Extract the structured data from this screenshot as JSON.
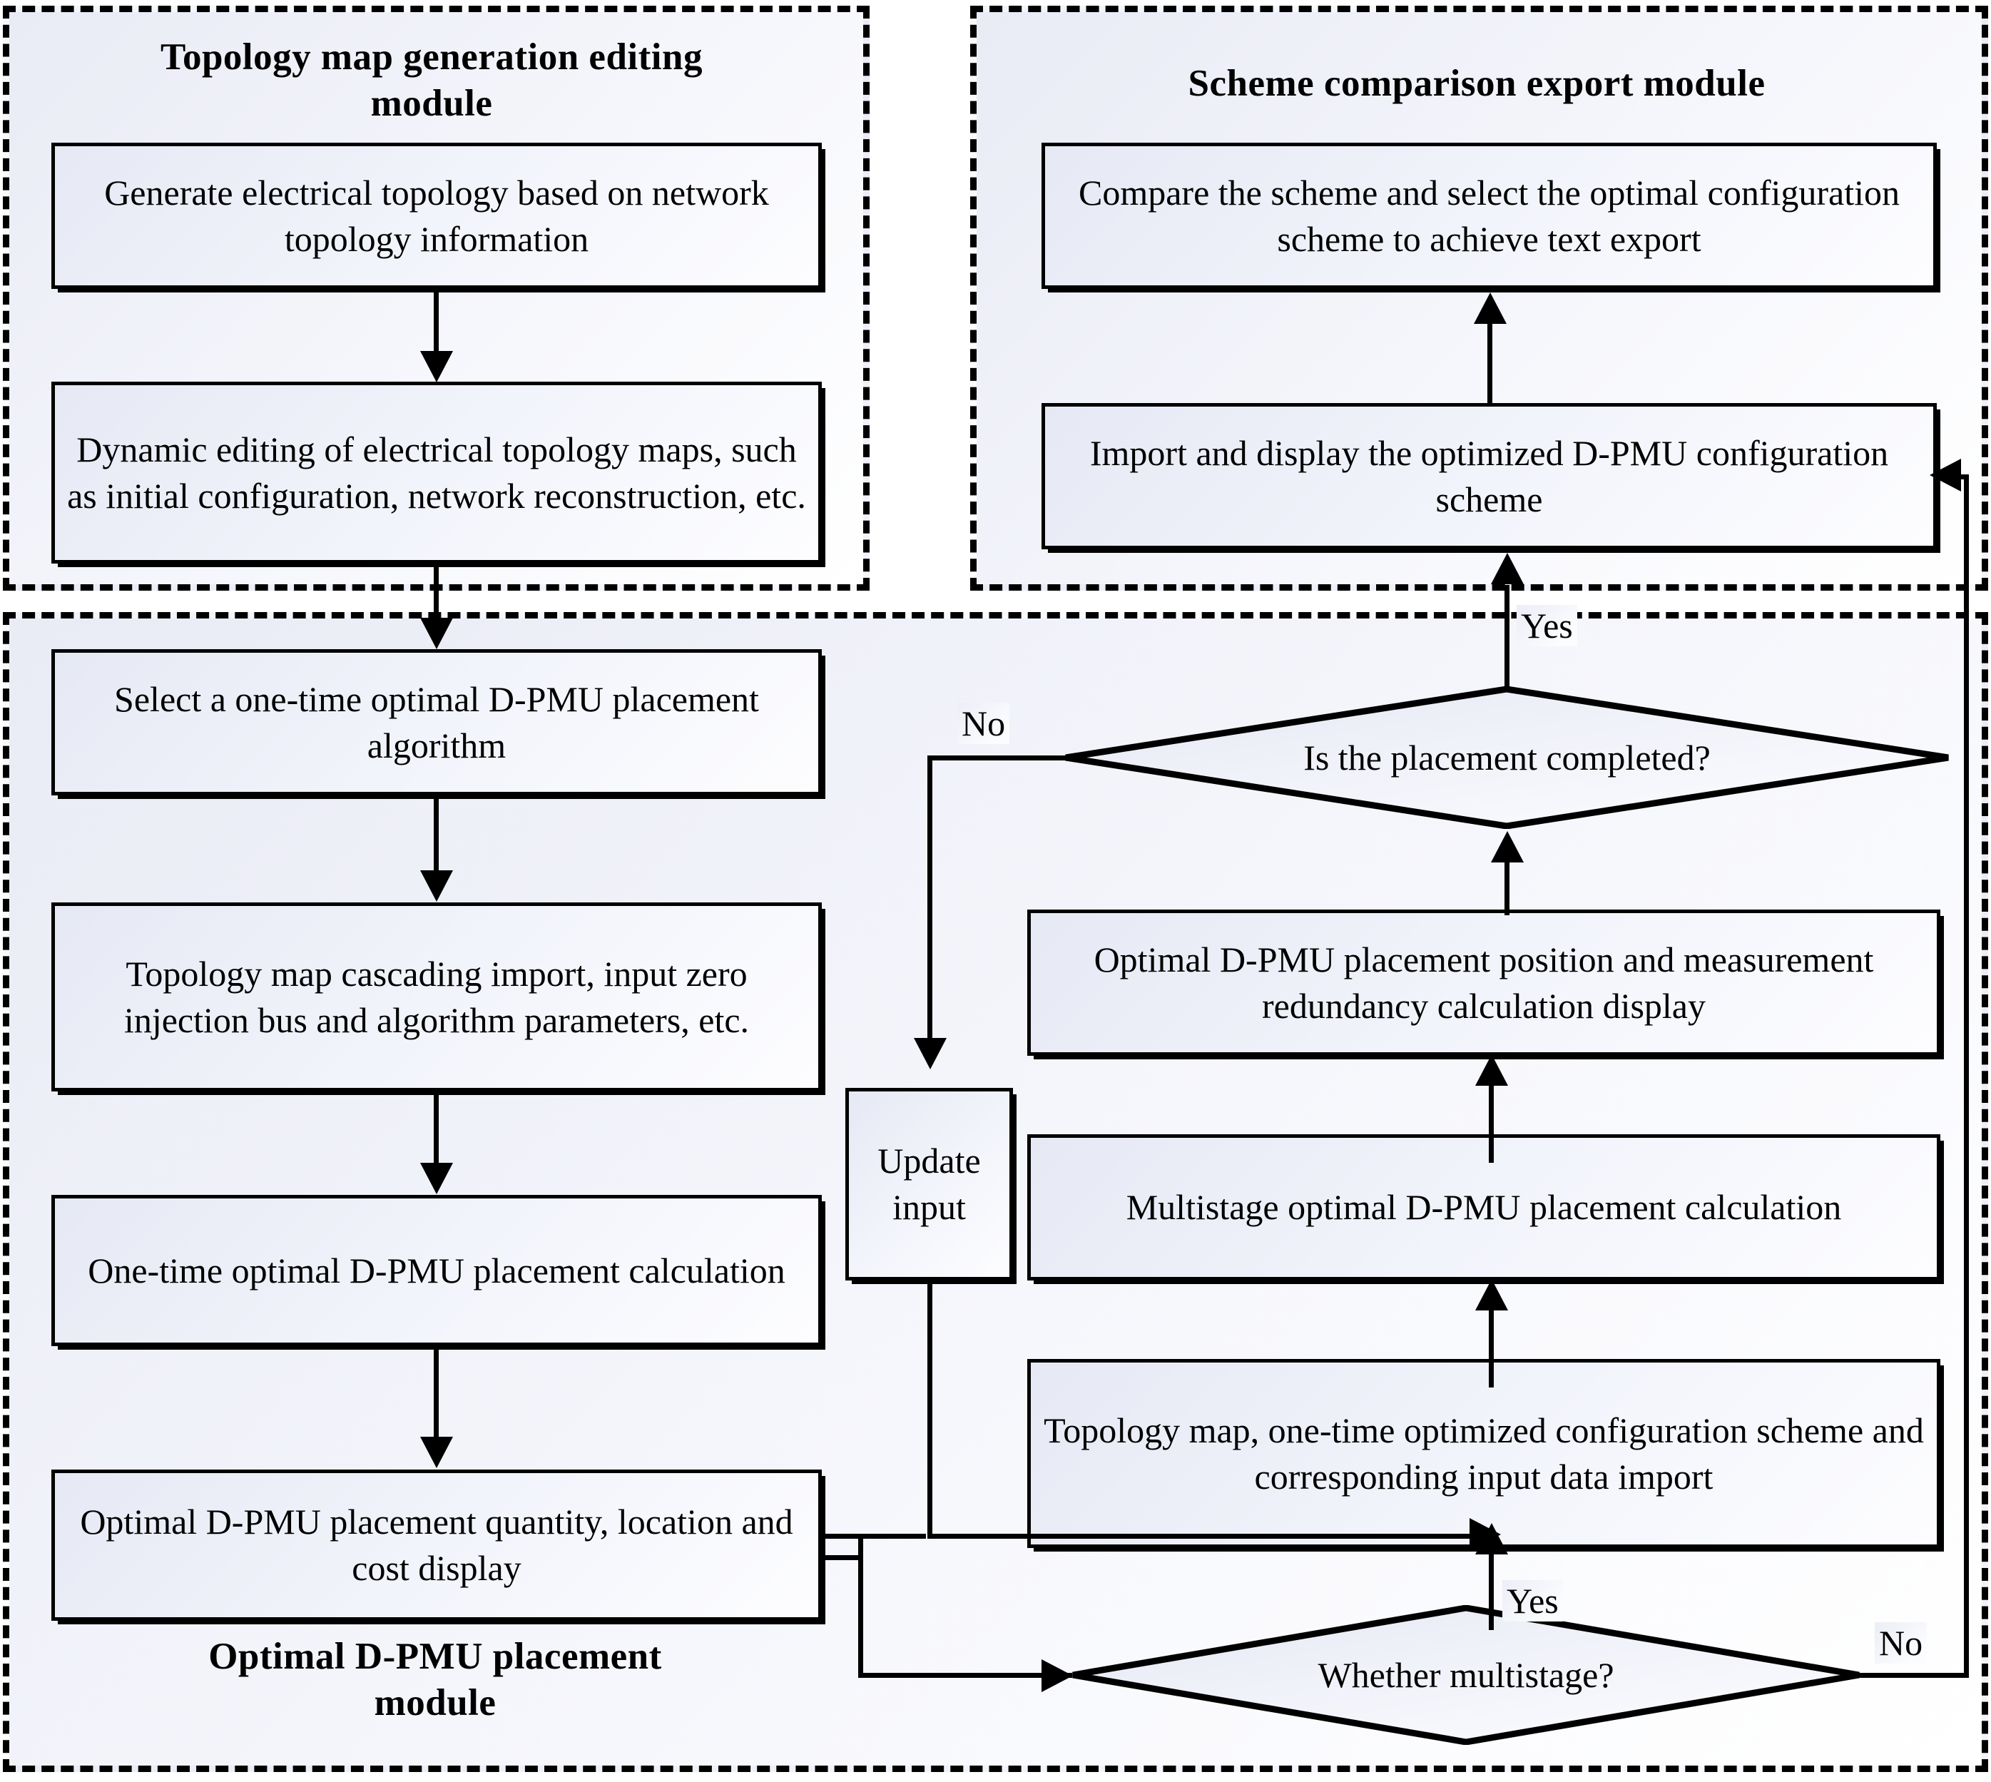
{
  "modules": {
    "topology": {
      "title": "Topology map generation editing\nmodule",
      "title_line1": "Topology map generation editing",
      "title_line2": "module"
    },
    "scheme": {
      "title": "Scheme comparison export module"
    },
    "placement": {
      "title_line1": "Optimal D-PMU  placement",
      "title_line2": "module"
    }
  },
  "nodes": {
    "generate_topology": "Generate  electrical topology  based on network topology information",
    "dynamic_editing": "Dynamic editing of electrical topology maps, such as initial configuration, network reconstruction, etc.",
    "select_algorithm": "Select a one-time optimal D-PMU placement algorithm",
    "cascading_import": "Topology map cascading import, input zero injection bus and algorithm parameters, etc.",
    "onetime_calc": "One-time optimal D-PMU  placement calculation",
    "quantity_display": "Optimal D-PMU placement quantity, location and  cost display",
    "compare_scheme": "Compare the scheme and select the optimal configuration scheme to achieve text export",
    "import_display": "Import and display the optimized D-PMU configuration scheme",
    "position_redundancy": "Optimal D-PMU placement position and measurement redundancy calculation display",
    "multistage_calc": "Multistage optimal D-PMU  placement calculation",
    "map_import": "Topology map, one-time optimized configuration scheme and corresponding input data import",
    "update_input": "Update input"
  },
  "decisions": {
    "placement_completed": "Is the placement completed?",
    "whether_multistage": "Whether multistage?"
  },
  "edge_labels": {
    "completed_yes": "Yes",
    "completed_no": "No",
    "multistage_yes": "Yes",
    "multistage_no": "No"
  },
  "colors": {
    "node_fill_start": "#e6e9f4",
    "node_fill_end": "#fdfdff",
    "stroke": "#000000",
    "module_fill": "#eef0f8"
  }
}
